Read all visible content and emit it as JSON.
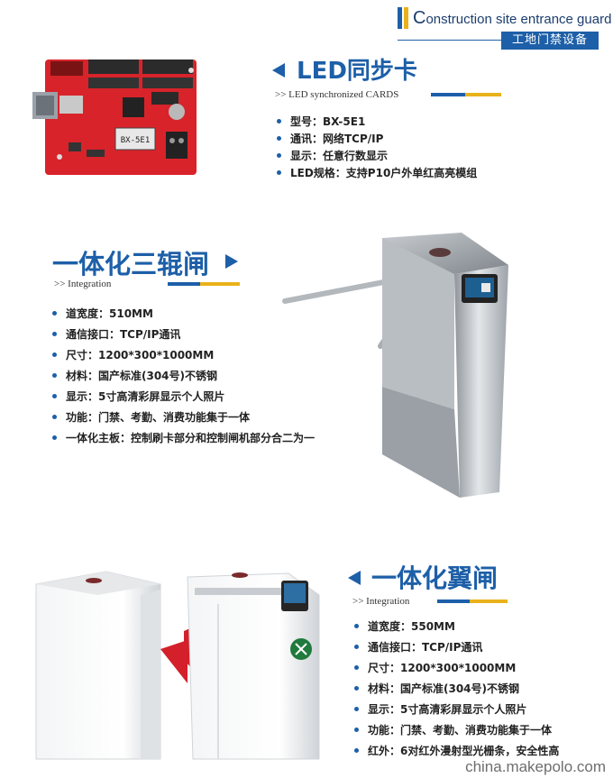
{
  "header": {
    "title_en_initial": "C",
    "title_en_rest": "onstruction site entrance guard",
    "title_cn": "工地门禁设备"
  },
  "led": {
    "title": "LED同步卡",
    "subtitle": ">> LED synchronized CARDS",
    "chip_label": "BX-5E1",
    "specs": [
      "型号：BX-5E1",
      "通讯：网络TCP/IP",
      "显示：任意行数显示",
      "LED规格：支持P10户外单红高亮模组"
    ]
  },
  "tripod": {
    "title": "一体化三辊闸",
    "subtitle": ">> Integration",
    "specs": [
      "道宽度：510MM",
      "通信接口：TCP/IP通讯",
      "尺寸：1200*300*1000MM",
      "材料：国产标准(304号)不锈钢",
      "显示：5寸高清彩屏显示个人照片",
      "功能：门禁、考勤、消费功能集于一体",
      "一体化主板：控制刷卡部分和控制闸机部分合二为一"
    ]
  },
  "wing": {
    "title": "一体化翼闸",
    "subtitle": ">> Integration",
    "specs": [
      "道宽度：550MM",
      "通信接口：TCP/IP通讯",
      "尺寸：1200*300*1000MM",
      "材料：国产标准(304号)不锈钢",
      "显示：5寸高清彩屏显示个人照片",
      "功能：门禁、考勤、消费功能集于一体",
      "红外：6对红外漫射型光栅条，安全性高"
    ]
  },
  "watermark": "china.makepolo.com",
  "colors": {
    "brand_blue": "#1d5fa8",
    "accent_yellow": "#e9b21b",
    "board_red": "#d8232a"
  }
}
